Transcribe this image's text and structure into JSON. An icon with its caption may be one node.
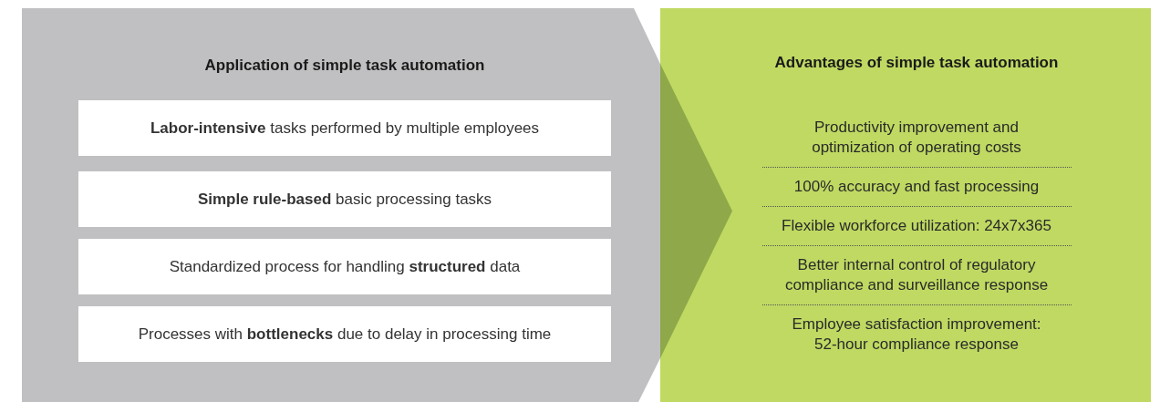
{
  "diagram": {
    "nodes": [
      {
        "text": [
          "Application of simple task automation"
        ]
      },
      {
        "text": [
          "**Labor-intensive** tasks performed by multiple employees"
        ],
        "in": 0
      },
      {
        "text": [
          "**Simple rule-based** basic processing tasks"
        ],
        "in": 0
      },
      {
        "text": [
          "Standardized process for handling **structured** data"
        ],
        "in": 0
      },
      {
        "text": [
          "Processes with **bottlenecks** due to delay in processing time"
        ],
        "in": 0
      },
      {
        "text": [
          "Advantages of simple task automation",
          "Productivity improvement and optimization of operating costs",
          "100% accuracy and fast processing",
          "Flexible workforce utilization: 24x7x365",
          "Better internal control of regulatory compliance and surveillance response",
          "Employee satisfaction improvement: 52-hour compliance response"
        ]
      },
      {
        "text": [],
        "shape": "triangle",
        "in": 5
      }
    ]
  }
}
